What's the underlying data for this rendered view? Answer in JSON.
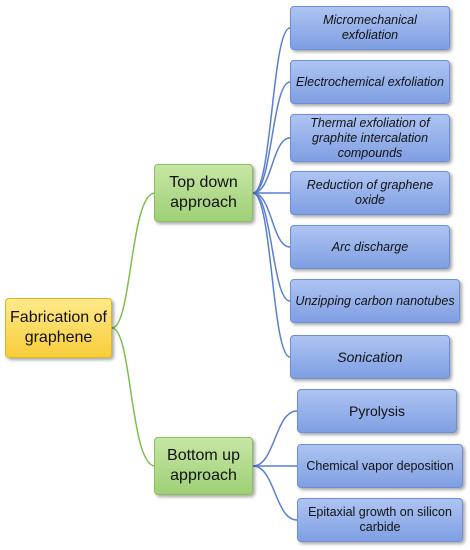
{
  "root": {
    "label": "Fabrication of graphene"
  },
  "top_down": {
    "label": "Top down approach",
    "methods": [
      "Micromechanical exfoliation",
      "Electrochemical exfoliation",
      "Thermal exfoliation of graphite intercalation compounds",
      "Reduction of graphene oxide",
      "Arc discharge",
      "Unzipping carbon nanotubes",
      "Sonication"
    ]
  },
  "bottom_up": {
    "label": "Bottom up approach",
    "methods": [
      "Pyrolysis",
      "Chemical vapor deposition",
      "Epitaxial growth on silicon carbide"
    ]
  },
  "colors": {
    "root_fill": "#f7cd3a",
    "mid_fill": "#9fd077",
    "leaf_fill": "#7f9fe3",
    "top_down_connector": "#5b7fd0",
    "root_connector": "#82bd4f"
  }
}
